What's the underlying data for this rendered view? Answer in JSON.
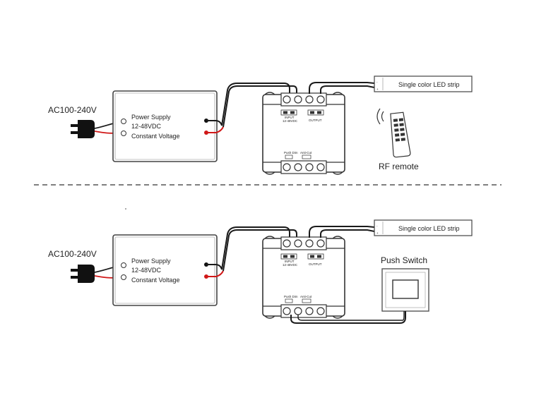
{
  "colors": {
    "line": "#3a3a3a",
    "wire": "#1a1a1a",
    "red": "#d01818",
    "box": "#555555"
  },
  "diagram_top": {
    "ac_label": "AC100-240V",
    "psu_lines": [
      "Power Supply",
      "12-48VDC",
      "Constant Voltage"
    ],
    "controller_input_label": "INPUT",
    "controller_voltage_label": "12-48VDC",
    "controller_output_label": "OUTPUT",
    "controller_bottom_left_label": "Push Dim",
    "controller_bottom_right_label": "Anti-Cut",
    "strip_label": "Single color LED strip",
    "remote_label": "RF remote"
  },
  "diagram_bottom": {
    "ac_label": "AC100-240V",
    "psu_lines": [
      "Power Supply",
      "12-48VDC",
      "Constant Voltage"
    ],
    "controller_input_label": "INPUT",
    "controller_voltage_label": "12-48VDC",
    "controller_output_label": "OUTPUT",
    "controller_bottom_left_label": "Push Dim",
    "controller_bottom_right_label": "Anti-Cut",
    "strip_label": "Single color LED strip",
    "switch_label": "Push Switch"
  }
}
